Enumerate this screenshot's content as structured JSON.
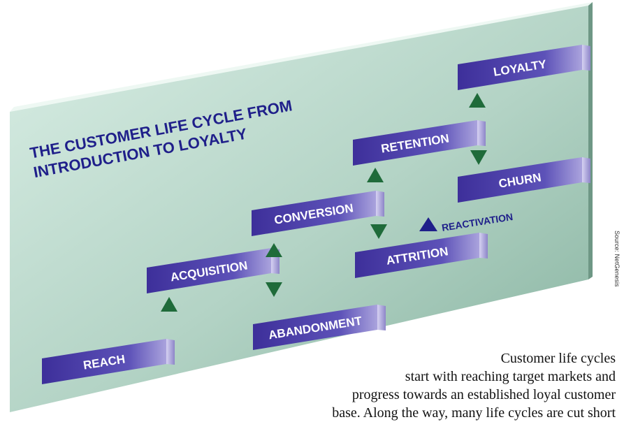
{
  "diagram": {
    "title_lines": [
      "THE CUSTOMER LIFE CYCLE FROM",
      "INTRODUCTION TO LOYALTY"
    ],
    "stages": {
      "reach": "REACH",
      "acquisition": "ACQUISITION",
      "abandonment": "ABANDONMENT",
      "conversion": "CONVERSION",
      "attrition": "ATTRITION",
      "retention": "RETENTION",
      "churn": "CHURN",
      "loyalty": "LOYALTY"
    },
    "reactivation_label": "REACTIVATION",
    "colors": {
      "board_top": "#d6ebe2",
      "board_bottom": "#8fb9a8",
      "box_fill": "#4b3fa8",
      "arrow_green": "#1f6b3a",
      "arrow_blue": "#1f1f8a",
      "title": "#1f1f8a"
    },
    "arrows": [
      {
        "from": "reach",
        "to": "acquisition",
        "direction": "up",
        "color": "green"
      },
      {
        "from": "acquisition",
        "to": "abandonment",
        "direction": "down",
        "color": "green"
      },
      {
        "from": "acquisition",
        "to": "conversion",
        "direction": "up",
        "color": "green"
      },
      {
        "from": "conversion",
        "to": "attrition",
        "direction": "down",
        "color": "green"
      },
      {
        "from": "conversion",
        "to": "retention",
        "direction": "up",
        "color": "green"
      },
      {
        "from": "attrition",
        "to": "reactivation",
        "direction": "up",
        "color": "blue"
      },
      {
        "from": "retention",
        "to": "churn",
        "direction": "down",
        "color": "green"
      },
      {
        "from": "retention",
        "to": "loyalty",
        "direction": "up",
        "color": "green"
      }
    ]
  },
  "caption_lines": [
    "Customer life cycles",
    "start with reaching target markets and",
    "progress towards an established loyal customer",
    "base. Along the way, many life cycles are cut short"
  ],
  "source": "Source: NetGenesis"
}
